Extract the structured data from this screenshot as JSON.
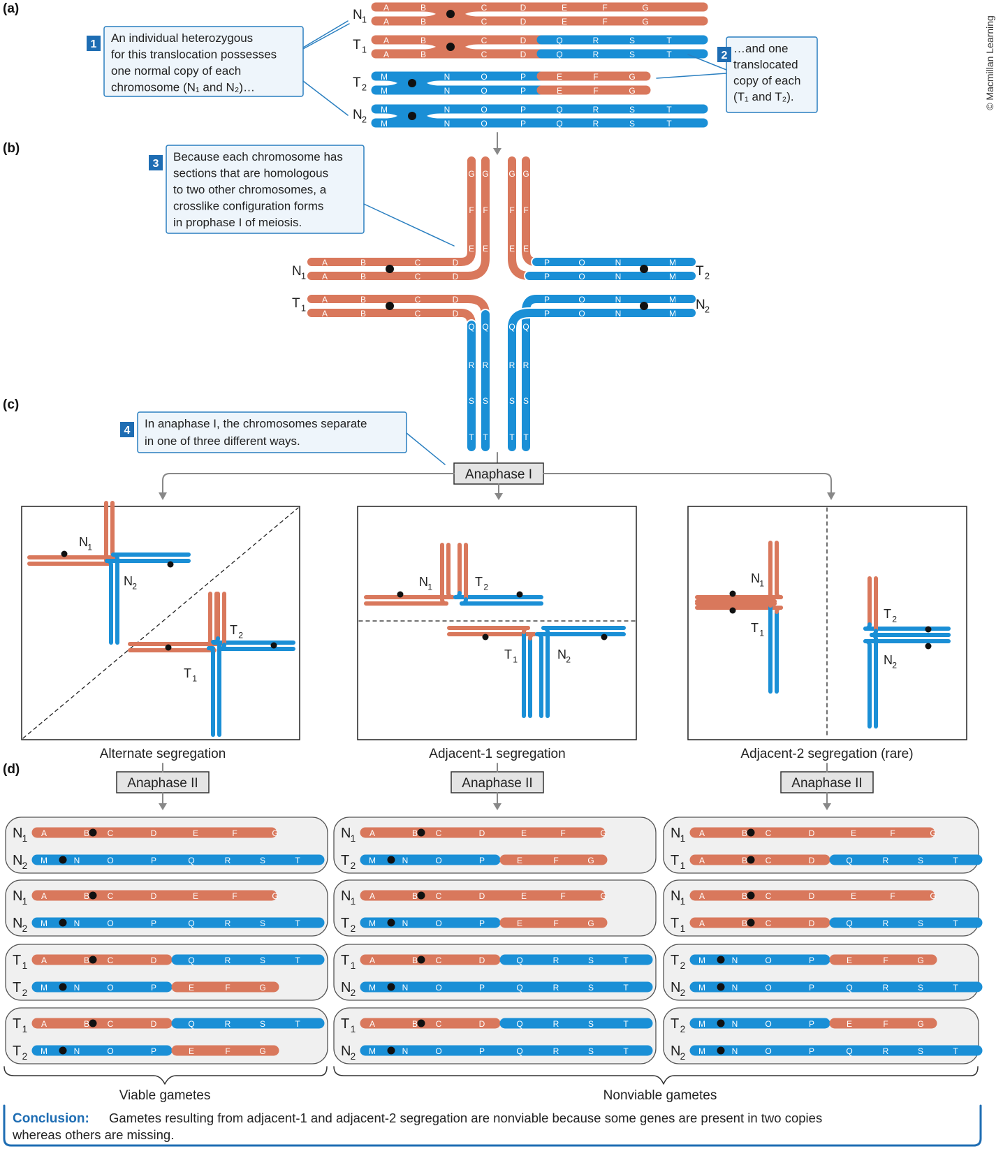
{
  "credit": "© Macmillan Learning",
  "panels": {
    "a": "(a)",
    "b": "(b)",
    "c": "(c)",
    "d": "(d)"
  },
  "chrom_names": {
    "N1": "N",
    "T1": "T",
    "T2": "T",
    "N2": "N",
    "sub1": "1",
    "sub2": "2"
  },
  "genes": {
    "N1": [
      "A",
      "B",
      "C",
      "D",
      "E",
      "F",
      "G"
    ],
    "T1": [
      "A",
      "B",
      "C",
      "D",
      "Q",
      "R",
      "S",
      "T"
    ],
    "T2": [
      "M",
      "N",
      "O",
      "P",
      "E",
      "F",
      "G"
    ],
    "N2": [
      "M",
      "N",
      "O",
      "P",
      "Q",
      "R",
      "S",
      "T"
    ]
  },
  "callouts": [
    {
      "num": "1",
      "lines": [
        "An individual heterozygous",
        "for this translocation possesses",
        "one normal copy of each",
        "chromosome (N₁ and N₂)…"
      ]
    },
    {
      "num": "2",
      "lines": [
        "…and one",
        "translocated",
        "copy of each",
        "(T₁ and T₂)."
      ]
    },
    {
      "num": "3",
      "lines": [
        "Because each chromosome has",
        "sections that are homologous",
        "to two other chromosomes, a",
        "crosslike configuration forms",
        "in prophase I of meiosis."
      ]
    },
    {
      "num": "4",
      "lines": [
        "In anaphase I, the chromosomes separate",
        "in one of three different ways."
      ]
    }
  ],
  "anaphase1": "Anaphase I",
  "anaphase2": "Anaphase II",
  "segregation": [
    "Alternate segregation",
    "Adjacent-1  segregation",
    "Adjacent-2 segregation (rare)"
  ],
  "gametes": [
    [
      [
        "N1",
        "N2"
      ],
      [
        "N1",
        "N2"
      ],
      [
        "T1",
        "T2"
      ],
      [
        "T1",
        "T2"
      ]
    ],
    [
      [
        "N1",
        "T2"
      ],
      [
        "N1",
        "T2"
      ],
      [
        "T1",
        "N2"
      ],
      [
        "T1",
        "N2"
      ]
    ],
    [
      [
        "N1",
        "T1"
      ],
      [
        "N1",
        "T1"
      ],
      [
        "T2",
        "N2"
      ],
      [
        "T2",
        "N2"
      ]
    ]
  ],
  "viable_label": "Viable gametes",
  "nonviable_label": "Nonviable gametes",
  "conclusion_head": "Conclusion:",
  "conclusion_lines": [
    "Gametes resulting from adjacent-1 and adjacent-2 segregation are nonviable because some genes are present in two copies",
    "whereas others are missing."
  ],
  "colors": {
    "orange": "#d9785c",
    "blue": "#1a8fd6",
    "callout_border": "#2a7fc0",
    "callout_bg": "#eef5fb",
    "num_bg": "#1e6db3",
    "box_bg": "#f0f0f0",
    "conclusion": "#1e6db3"
  }
}
